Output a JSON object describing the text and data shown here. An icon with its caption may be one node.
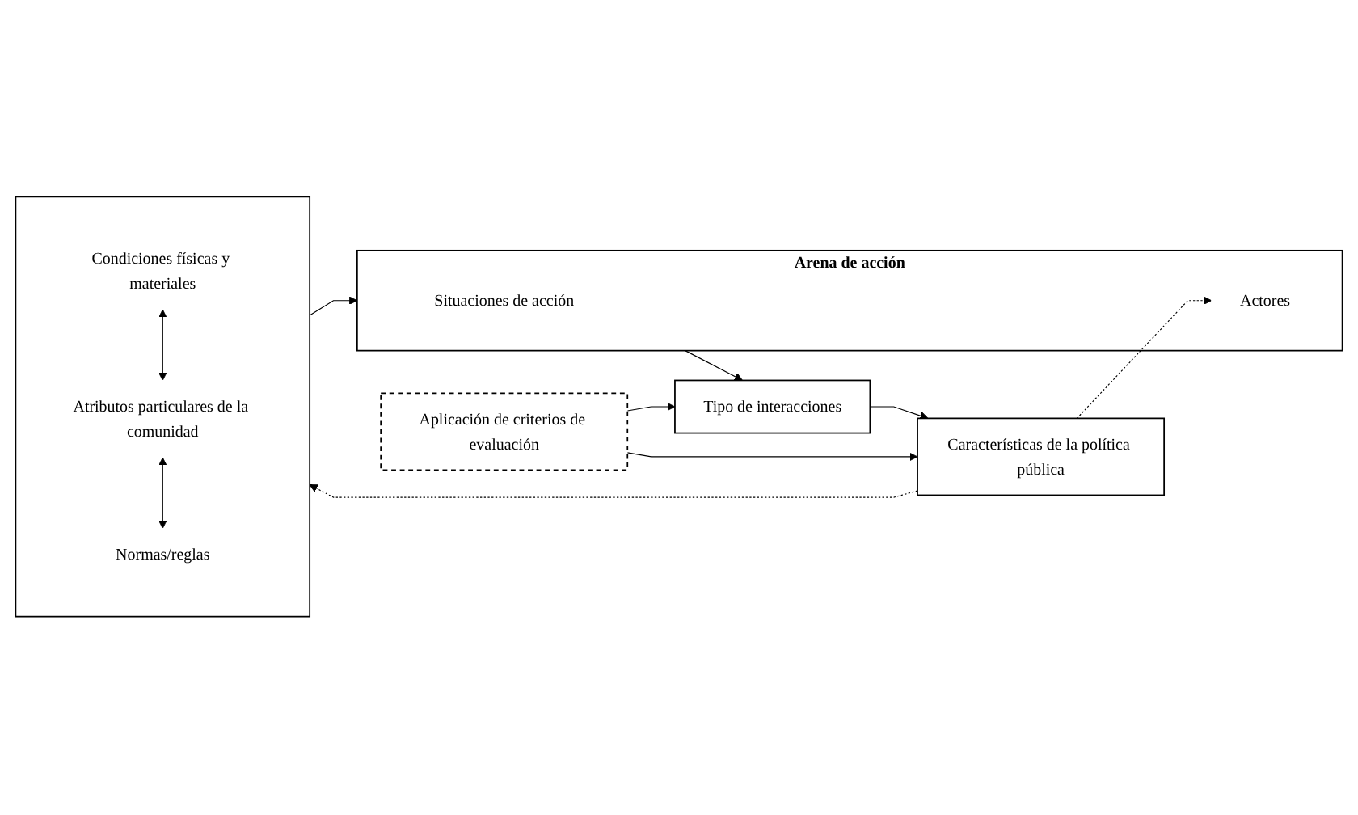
{
  "diagram": {
    "nodes": [
      {
        "text": [],
        "shape": "box"
      },
      {
        "text": [
          "Condiciones físicas y materiales"
        ],
        "in": 0
      },
      {
        "text": [
          "Atributos particulares de la comunidad"
        ],
        "in": 0
      },
      {
        "text": [
          "Normas/reglas"
        ],
        "in": 0
      },
      {
        "text": [
          "Arena de acción"
        ]
      },
      {
        "text": [
          "Situaciones de acción"
        ],
        "in": 4
      },
      {
        "text": [
          "Actores"
        ],
        "in": 4
      },
      {
        "text": [
          "Tipo de interacciones"
        ]
      },
      {
        "text": [
          "Aplicación de criterios de evaluación"
        ]
      },
      {
        "text": [
          "Características de la política pública"
        ]
      }
    ],
    "edges": [
      {
        "from": 1,
        "to": 2,
        "arrow": "both"
      },
      {
        "from": 2,
        "to": 3,
        "arrow": "both"
      },
      {
        "from": 0,
        "to": 4,
        "arrow": "to"
      },
      {
        "from": 4,
        "to": 7,
        "arrow": "to"
      },
      {
        "from": 7,
        "to": 9,
        "arrow": "to"
      },
      {
        "from": 8,
        "to": 7,
        "arrow": "to"
      },
      {
        "from": 8,
        "to": 9,
        "arrow": "to"
      },
      {
        "from": 9,
        "to": 6,
        "arrow": "to",
        "style": "dashed"
      },
      {
        "from": 9,
        "to": 0,
        "arrow": "to",
        "style": "dashed"
      }
    ]
  }
}
